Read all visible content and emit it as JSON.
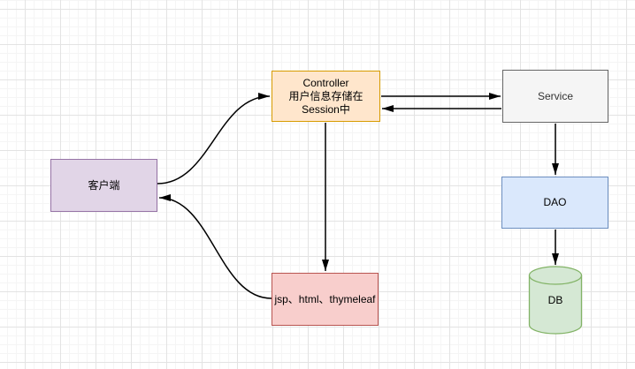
{
  "canvas": {
    "background_color": "#ffffff",
    "grid_minor_color": "#f5f5f5",
    "grid_major_color": "#e3e3e3",
    "edge_color": "#000000"
  },
  "nodes": {
    "client": {
      "label": "客户端",
      "fill": "#e1d5e7",
      "stroke": "#9673a6"
    },
    "controller": {
      "label_line1": "Controller",
      "label_line2": "用户信息存储在",
      "label_line3": "Session中",
      "fill": "#ffe6cc",
      "stroke": "#d79b00"
    },
    "service": {
      "label": "Service",
      "fill": "#f5f5f5",
      "stroke": "#666666"
    },
    "dao": {
      "label": "DAO",
      "fill": "#dae8fc",
      "stroke": "#6c8ebf"
    },
    "db": {
      "label": "DB",
      "fill": "#d5e8d4",
      "stroke": "#82b366"
    },
    "view": {
      "label": "jsp、html、thymeleaf",
      "fill": "#f8cecc",
      "stroke": "#b85450"
    }
  },
  "edges": [
    {
      "from": "client",
      "to": "controller",
      "style": "s-curve",
      "arrowhead": "classic"
    },
    {
      "from": "controller",
      "to": "service",
      "style": "straight",
      "arrowhead": "classic"
    },
    {
      "from": "service",
      "to": "controller",
      "style": "straight",
      "arrowhead": "classic"
    },
    {
      "from": "service",
      "to": "dao",
      "style": "straight",
      "arrowhead": "classic"
    },
    {
      "from": "dao",
      "to": "db",
      "style": "straight",
      "arrowhead": "classic"
    },
    {
      "from": "controller",
      "to": "view",
      "style": "straight",
      "arrowhead": "classic"
    },
    {
      "from": "view",
      "to": "client",
      "style": "s-curve",
      "arrowhead": "classic"
    }
  ]
}
